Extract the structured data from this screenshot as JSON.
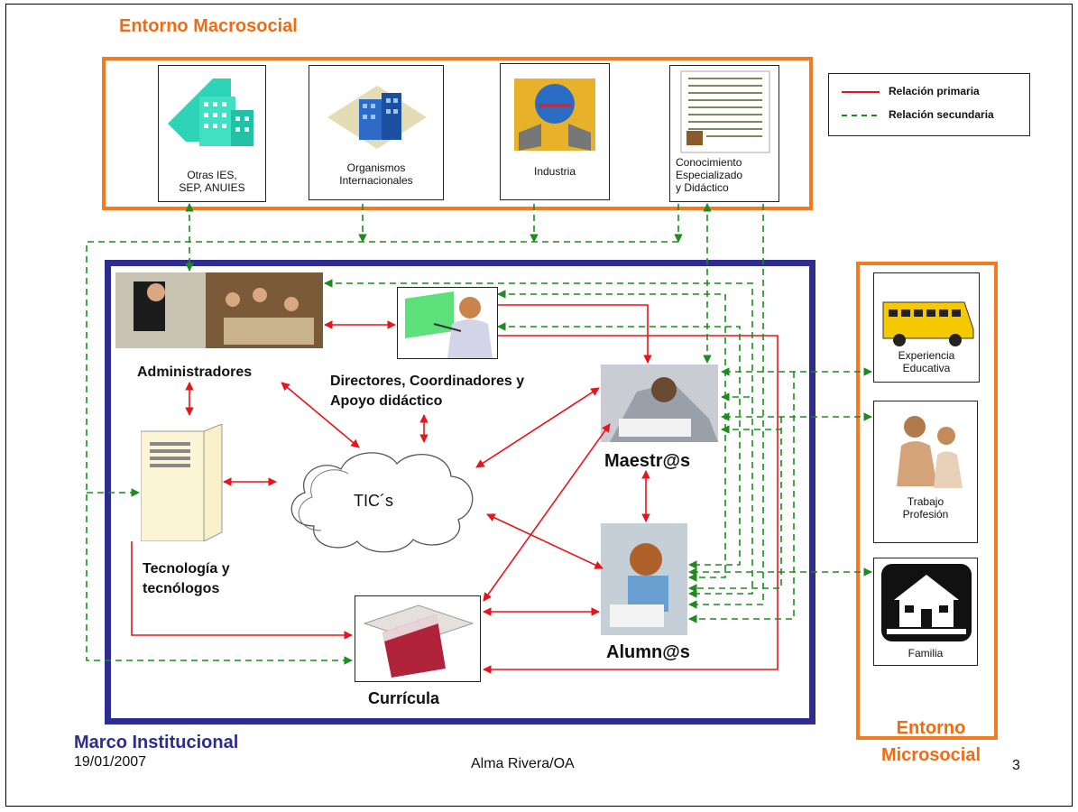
{
  "titles": {
    "macro": "Entorno Macrosocial",
    "institutional": "Marco Institucional",
    "micro": "Entorno Microsocial"
  },
  "legend": {
    "primary": "Relación primaria",
    "secondary": "Relación secundaria"
  },
  "macro_cards": [
    {
      "label": "Otras IES,\nSEP, ANUIES",
      "icon": "building-icon"
    },
    {
      "label": "Organismos\nInternacionales",
      "icon": "office-buildings-icon"
    },
    {
      "label": "Industria",
      "icon": "networked-computers-icon"
    },
    {
      "label": "Conocimiento\nEspecializado\ny Didáctico",
      "icon": "document-page-icon"
    }
  ],
  "micro_cards": [
    {
      "label": "Experiencia\nEducativa",
      "icon": "school-bus-icon"
    },
    {
      "label": "Trabajo\nProfesión",
      "icon": "professionals-icon"
    },
    {
      "label": "Familia",
      "icon": "house-icon"
    }
  ],
  "nodes": {
    "administradores": "Administradores",
    "directores": "Directores, Coordinadores y\nApoyo didáctico",
    "tecnologia": "Tecnología y\ntecnólogos",
    "tics": "TIC´s",
    "maestros": "Maestr@s",
    "alumnos": "Alumn@s",
    "curricula": "Currícula"
  },
  "footer": {
    "date": "19/01/2007",
    "author": "Alma Rivera/OA",
    "page": "3"
  },
  "colors": {
    "orange": "#f47a20",
    "navy": "#2f2c8f",
    "primary_line": "#e8141b",
    "secondary_line": "#1f8a1f"
  }
}
